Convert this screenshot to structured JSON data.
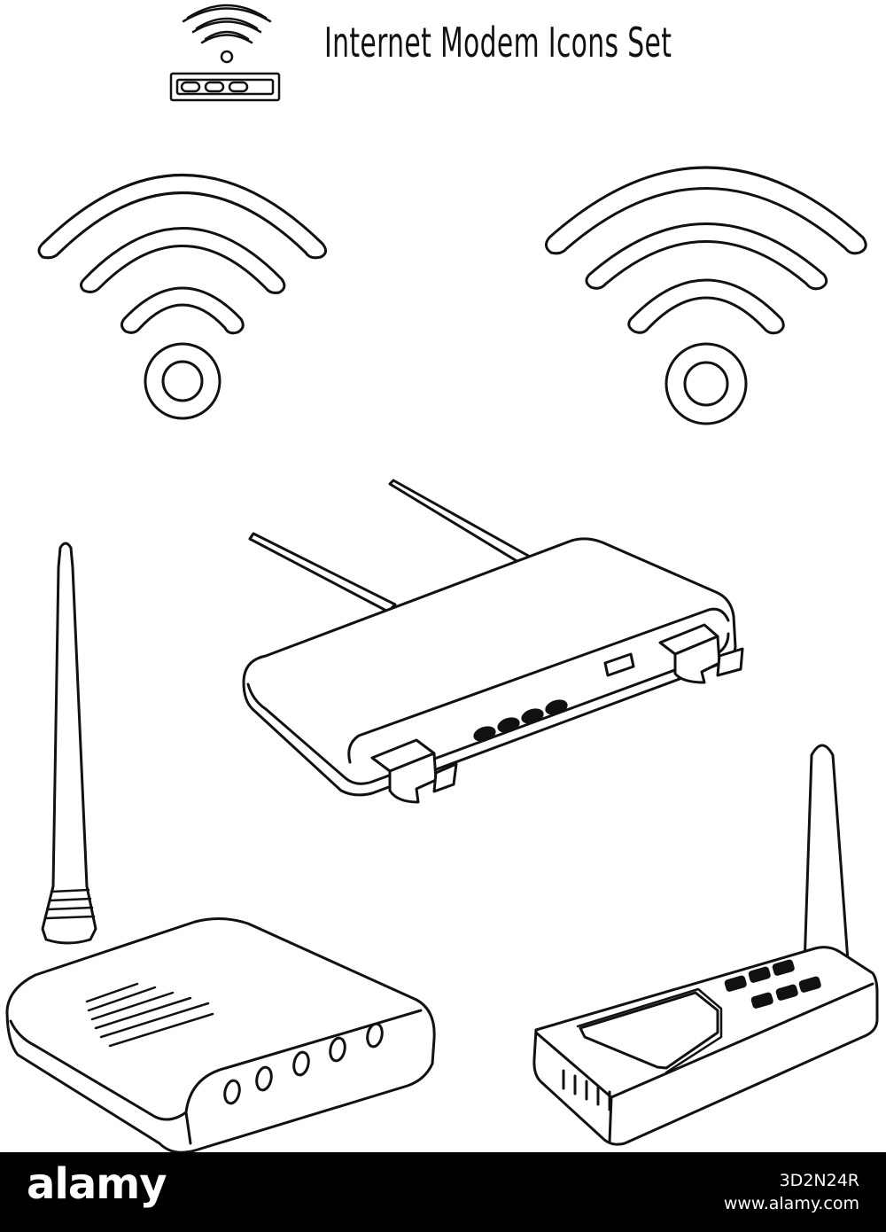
{
  "title": "Internet Modem Icons Set",
  "footer": {
    "brand": "alamy",
    "image_id": "3D2N24R",
    "url": "www.alamy.com"
  },
  "icons": [
    "small-router-wifi-icon",
    "wifi-signal-icon-left",
    "wifi-signal-icon-right",
    "router-two-antennas-icon",
    "router-single-antenna-icon",
    "router-small-antenna-icon"
  ],
  "colors": {
    "ink": "#111111",
    "background": "#ffffff",
    "footer": "#000000"
  }
}
